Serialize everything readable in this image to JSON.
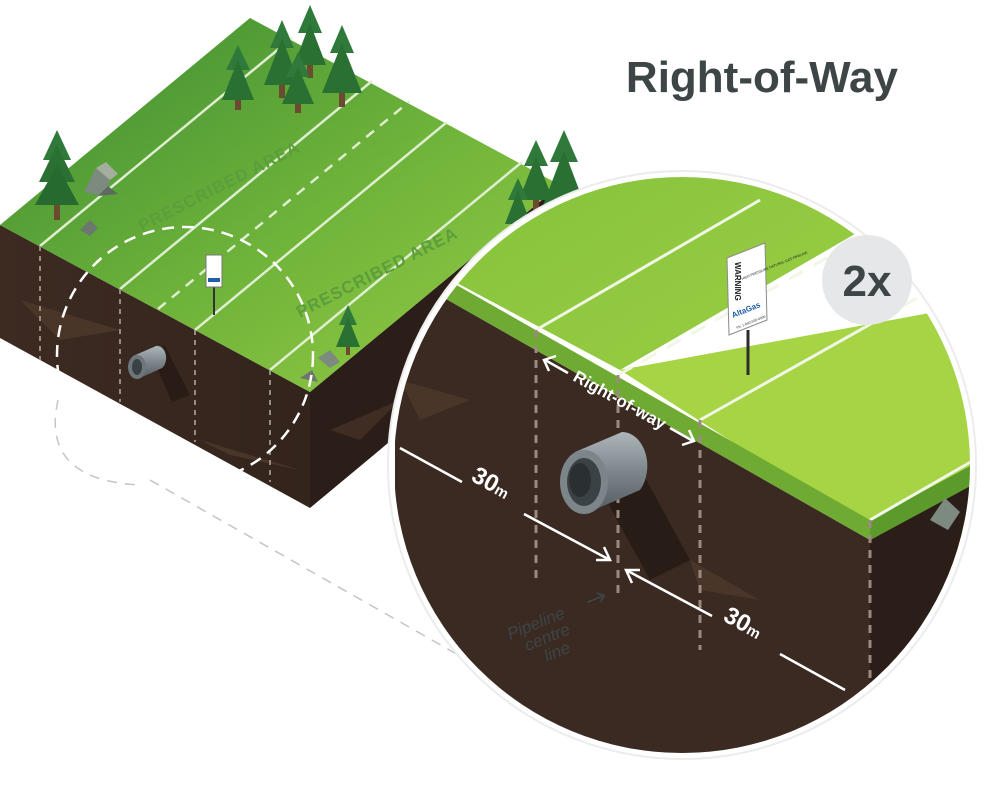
{
  "title": "Right-of-Way",
  "zoom_badge": "2x",
  "prescribed_area_labels": [
    "PRESCRIBED AREA",
    "PRESCRIBED AREA"
  ],
  "sign": {
    "warning": "WARNING",
    "text": "HIGH PRESSURE NATURAL GAS PIPELINE",
    "brand": "AltaGas",
    "phone": "Ph: 1-800-555-0000"
  },
  "row_label": "Right-of-way",
  "distance_left": "30",
  "distance_right": "30",
  "distance_unit": "m",
  "centre_line_label": [
    "Pipeline",
    "centre",
    "line"
  ],
  "colors": {
    "title": "#3d4547",
    "grass_light": "#8cc63f",
    "grass_dark": "#2f7d32",
    "soil": "#3a2a22",
    "soil_dark": "#241915",
    "badge_bg": "#e6e7e8",
    "badge_text": "#3d4547",
    "pipe": "#808a8f"
  }
}
